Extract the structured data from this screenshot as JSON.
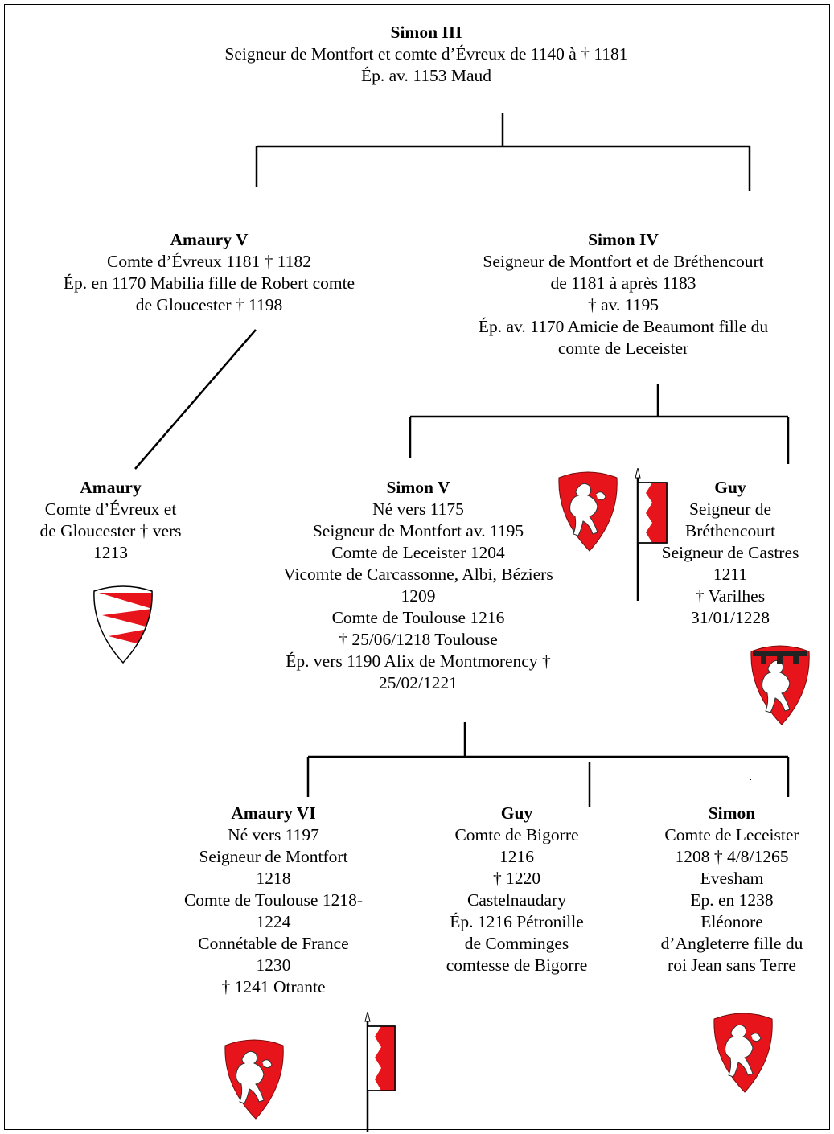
{
  "colors": {
    "line": "#000000",
    "gules": "#e8141c",
    "argent": "#ffffff",
    "lion_fill": "#ffffff",
    "lion_outline": "#333333"
  },
  "people": {
    "simon3": {
      "name": "Simon III",
      "lines": [
        "Seigneur de Montfort et comte d’Évreux de 1140 à † 1181",
        "Ép. av. 1153 Maud"
      ]
    },
    "amaury5": {
      "name": "Amaury V",
      "lines": [
        "Comte d’Évreux 1181 † 1182",
        "Ép. en 1170 Mabilia fille de Robert comte",
        "de Gloucester † 1198"
      ]
    },
    "simon4": {
      "name": "Simon IV",
      "lines": [
        "Seigneur de Montfort et de Bréthencourt",
        "de 1181 à après 1183",
        "† av. 1195",
        "Ép. av. 1170 Amicie de Beaumont fille du",
        "comte de Leceister"
      ]
    },
    "amaury": {
      "name": "Amaury",
      "lines": [
        "Comte d’Évreux et",
        "de Gloucester † vers",
        "1213"
      ]
    },
    "simon5": {
      "name": "Simon V",
      "lines": [
        "Né vers 1175",
        "Seigneur de Montfort av. 1195",
        "Comte de Leceister 1204",
        "Vicomte de Carcassonne, Albi, Béziers",
        "1209",
        "Comte de Toulouse 1216",
        "† 25/06/1218 Toulouse",
        "Ép. vers 1190 Alix de Montmorency †",
        "25/02/1221"
      ]
    },
    "guy_b": {
      "name": "Guy",
      "lines": [
        "Seigneur de",
        "Bréthencourt",
        "Seigneur de Castres",
        "1211",
        "† Varilhes",
        "31/01/1228"
      ]
    },
    "amaury6": {
      "name": "Amaury VI",
      "lines": [
        "Né vers 1197",
        "Seigneur de Montfort",
        "1218",
        "Comte de Toulouse 1218-",
        "1224",
        "Connétable de France",
        "1230",
        "† 1241 Otrante"
      ]
    },
    "guy_c": {
      "name": "Guy",
      "lines": [
        "Comte de Bigorre",
        "1216",
        "† 1220",
        "Castelnaudary",
        "Ép. 1216 Pétronille",
        "de Comminges",
        "comtesse de Bigorre"
      ]
    },
    "simon_l": {
      "name": "Simon",
      "lines": [
        "Comte de Leceister",
        "1208 † 4/8/1265",
        "Evesham",
        "Ep. en 1238",
        "Eléonore",
        "d’Angleterre fille du",
        "roi Jean sans Terre"
      ]
    }
  },
  "emblems": {
    "amaury_shield": "shield-argent-chevrons-gules",
    "simon5_shield": "shield-gules-lion-argent",
    "guy_banner": "banner-argent-indented-gules",
    "guy_shield": "shield-gules-lion-argent-label",
    "amaury6_shield": "shield-gules-lion-argent",
    "amaury6_banner": "banner-argent-indented-gules",
    "simon_l_shield": "shield-gules-lion-argent"
  }
}
